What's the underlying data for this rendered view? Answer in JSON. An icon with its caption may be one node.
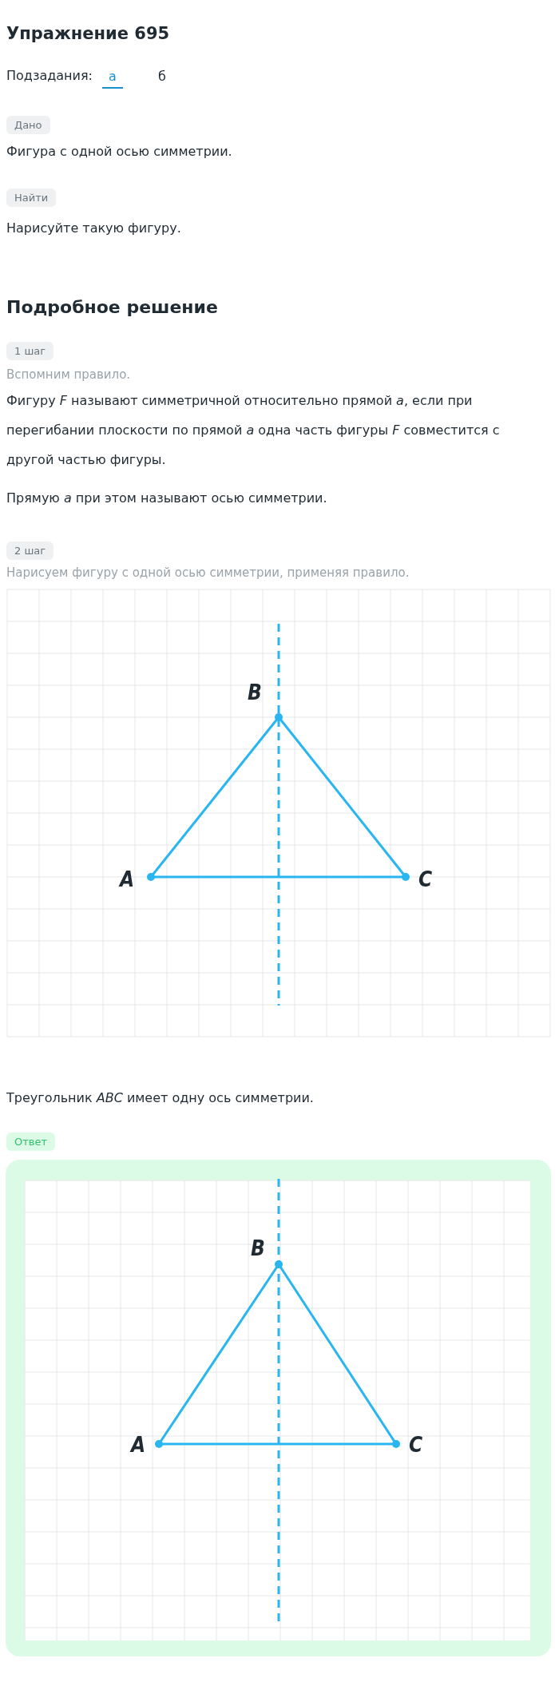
{
  "diagram": {
    "title": "Упражнение 695",
    "labels": [
      "Подзадания:",
      "а",
      "б",
      "Дано",
      "Фигура с одной осью симметрии.",
      "Найти",
      "Нарисуйте такую фигуру.",
      "Подробное решение",
      "1 шаг",
      "Вспомним правило.",
      "Фигуру *F* называют симметричной относительно прямой *a*, если при перегибании плоскости по прямой *a* одна часть фигуры *F* совместится с другой частью фигуры.",
      "Прямую *a* при этом называют осью симметрии.",
      "2 шаг",
      "Нарисуем фигуру с одной осью симметрии, применяя правило.",
      "B",
      "A",
      "C",
      "Треугольник *ABC* имеет одну ось симметрии.",
      "Ответ",
      "B",
      "A",
      "C"
    ]
  }
}
